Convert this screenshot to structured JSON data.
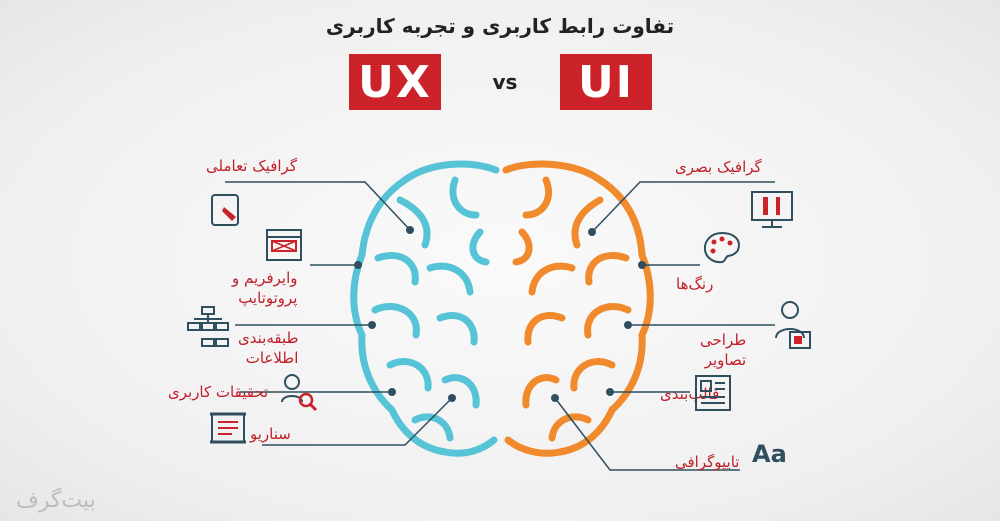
{
  "header": {
    "title": "تفاوت رابط کاربری و تجربه کاربری",
    "ux_badge": "UX",
    "vs": "vs",
    "ui_badge": "UI"
  },
  "colors": {
    "ux_brain": "#56c3d6",
    "ui_brain": "#f08a2c",
    "accent_red": "#cc2229",
    "line": "#2f4f5f"
  },
  "ux_items": [
    {
      "label": "گرافیک تعاملی",
      "icon": "tablet-touch-icon"
    },
    {
      "label": "وایرفریم و",
      "label2": "پروتوتایپ",
      "icon": "wireframe-icon"
    },
    {
      "label": "طبقه‌بندی",
      "label2": "اطلاعات",
      "icon": "sitemap-icon"
    },
    {
      "label": "تحقیقات کاربری",
      "icon": "user-search-icon"
    },
    {
      "label": "سناریو",
      "icon": "scroll-icon"
    }
  ],
  "ui_items": [
    {
      "label": "گرافیک بصری",
      "icon": "monitor-tools-icon"
    },
    {
      "label": "رنگ‌ها",
      "icon": "palette-icon"
    },
    {
      "label": "طراحی",
      "label2": "تصاویر",
      "icon": "designer-icon"
    },
    {
      "label": "قالب‌بندی",
      "icon": "layout-icon"
    },
    {
      "label": "تایپوگرافی",
      "icon": "typography-icon",
      "glyph": "Aa"
    }
  ],
  "watermark": "بیت‌گرف"
}
